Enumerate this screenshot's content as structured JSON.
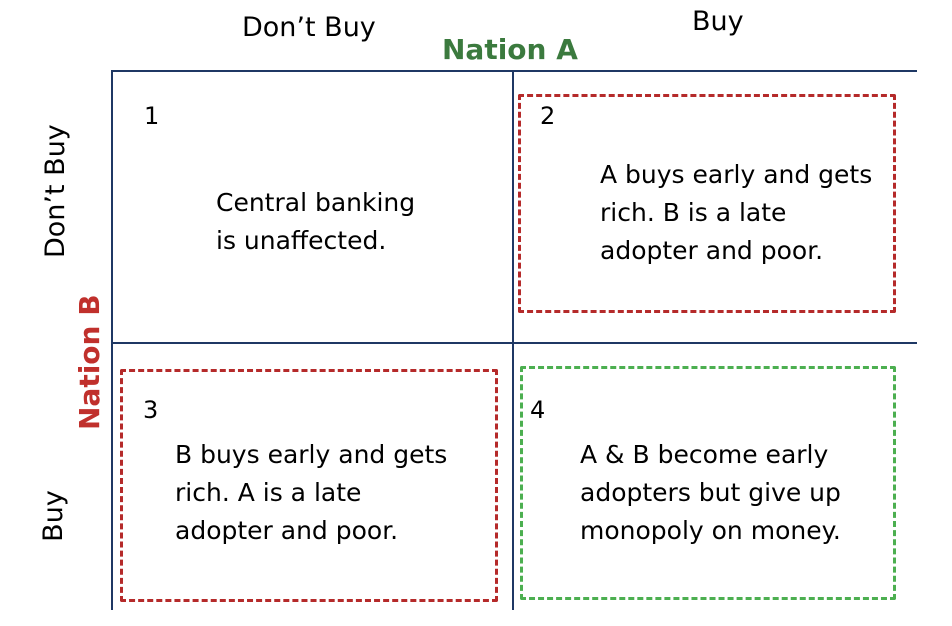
{
  "header": {
    "col_dont_buy": "Don’t Buy",
    "col_buy": "Buy",
    "nation_a": "Nation A",
    "row_dont_buy": "Don’t Buy",
    "row_buy": "Buy",
    "nation_b": "Nation B"
  },
  "colors": {
    "nation_a": "#3b7a3e",
    "nation_b": "#c0302c",
    "grid_lines": "#1f3864",
    "red_dash": "#b52a2a",
    "green_dash": "#4caf50"
  },
  "cells": {
    "c1": {
      "number": "1",
      "lines": [
        "Central banking",
        "is unaffected."
      ]
    },
    "c2": {
      "number": "2",
      "lines": [
        "A buys early and gets",
        "rich. B is a late",
        "adopter and poor."
      ]
    },
    "c3": {
      "number": "3",
      "lines": [
        "B buys early and gets",
        "rich.  A is a late",
        "adopter and poor."
      ]
    },
    "c4": {
      "number": "4",
      "lines": [
        "A & B become early",
        "adopters but give up",
        "monopoly on money."
      ]
    }
  }
}
